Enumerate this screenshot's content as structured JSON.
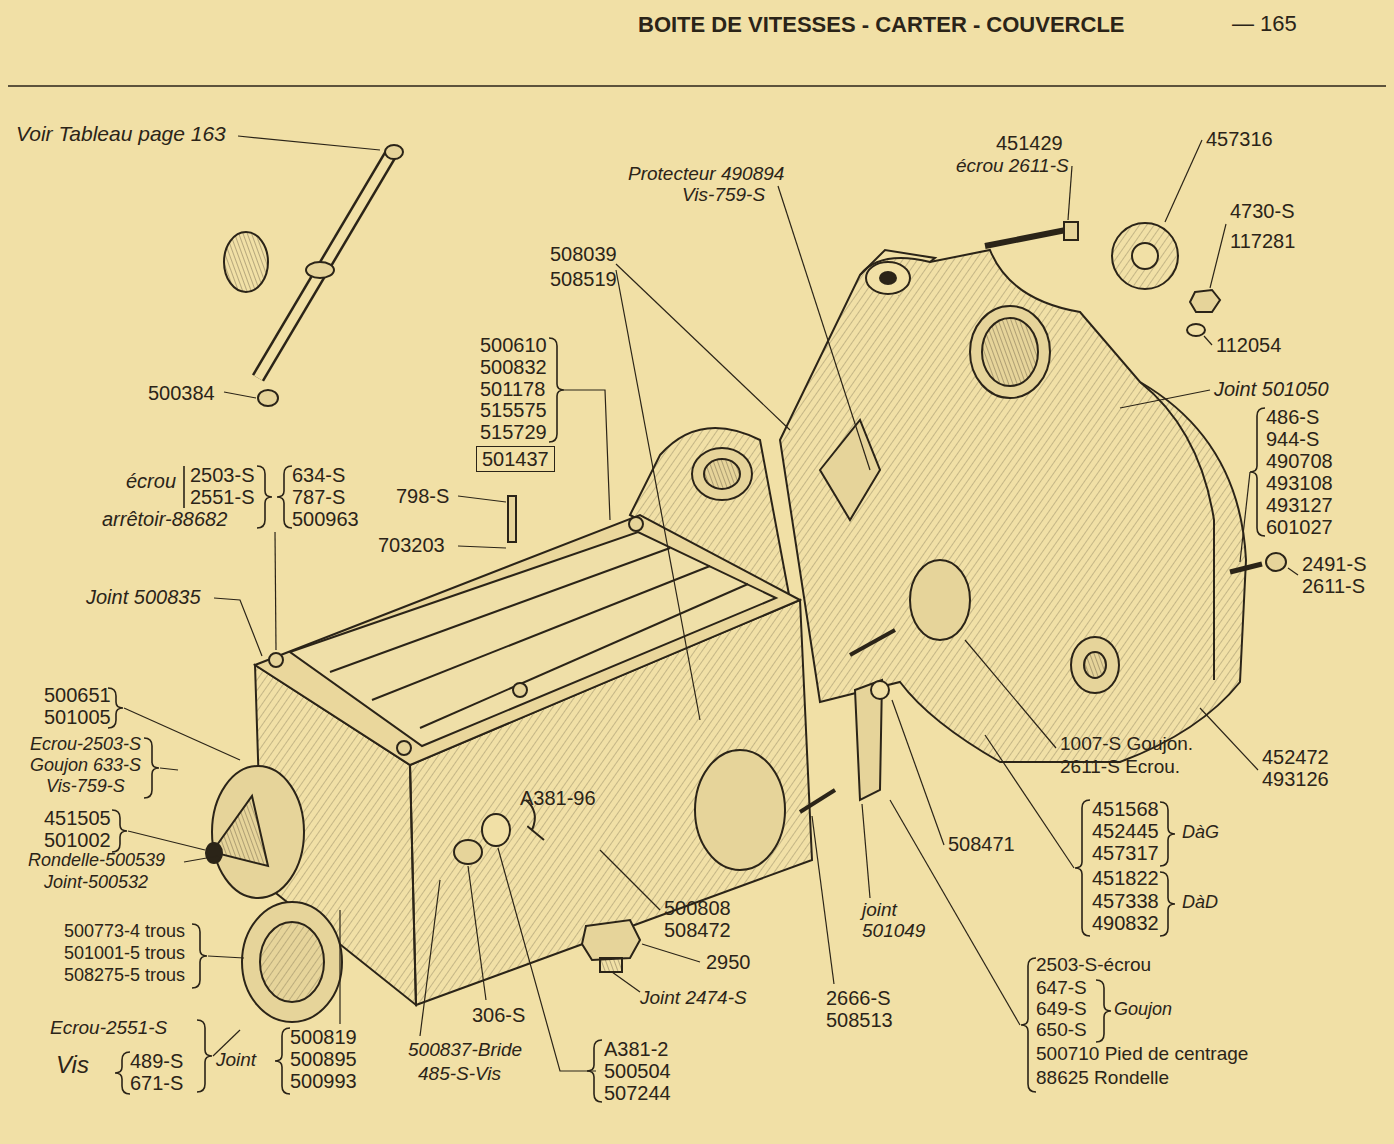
{
  "diagram": {
    "title": "BOITE DE VITESSES - CARTER - COUVERCLE",
    "nodes": [
      {
        "text": [
          "501437"
        ]
      }
    ],
    "labels": [
      "— 165",
      "Voir Tableau page 163",
      "500384",
      "écrou",
      "2503-S",
      "2551-S",
      "arrêtoir-88682",
      "634-S",
      "787-S",
      "500963",
      "Joint 500835",
      "500651",
      "501005",
      "Ecrou-2503-S",
      "Goujon 633-S",
      "Vis-759-S",
      "451505",
      "501002",
      "Rondelle-500539",
      "Joint-500532",
      "500773-4 trous",
      "501001-5 trous",
      "508275-5 trous",
      "Ecrou-2551-S",
      "Vis",
      "489-S",
      "671-S",
      "Joint",
      "500819",
      "500895",
      "500993",
      "500837-Bride",
      "485-S-Vis",
      "306-S",
      "A381-2",
      "500504",
      "507244",
      "A381-96",
      "2950",
      "Joint 2474-S",
      "500808",
      "508472",
      "2666-S",
      "508513",
      "joint 501049",
      "508471",
      "2503-S-écrou",
      "647-S",
      "649-S",
      "650-S",
      "Goujon",
      "500710 Pied de centrage",
      "88625 Rondelle",
      "451568",
      "452445",
      "457317",
      "451822",
      "457338",
      "490832",
      "DàG",
      "DàD",
      "1007-S Goujon.",
      "2611-S Ecrou.",
      "452472",
      "493126",
      "2491-S",
      "2611-S",
      "486-S",
      "944-S",
      "490708",
      "493108",
      "493127",
      "601027",
      "Joint 501050",
      "112054",
      "4730-S",
      "117281",
      "457316",
      "451429",
      "écrou 2611-S",
      "Protecteur 490894",
      "Vis-759-S",
      "508039",
      "508519",
      "500610",
      "500832",
      "501178",
      "515575",
      "515729",
      "798-S",
      "703203"
    ]
  }
}
